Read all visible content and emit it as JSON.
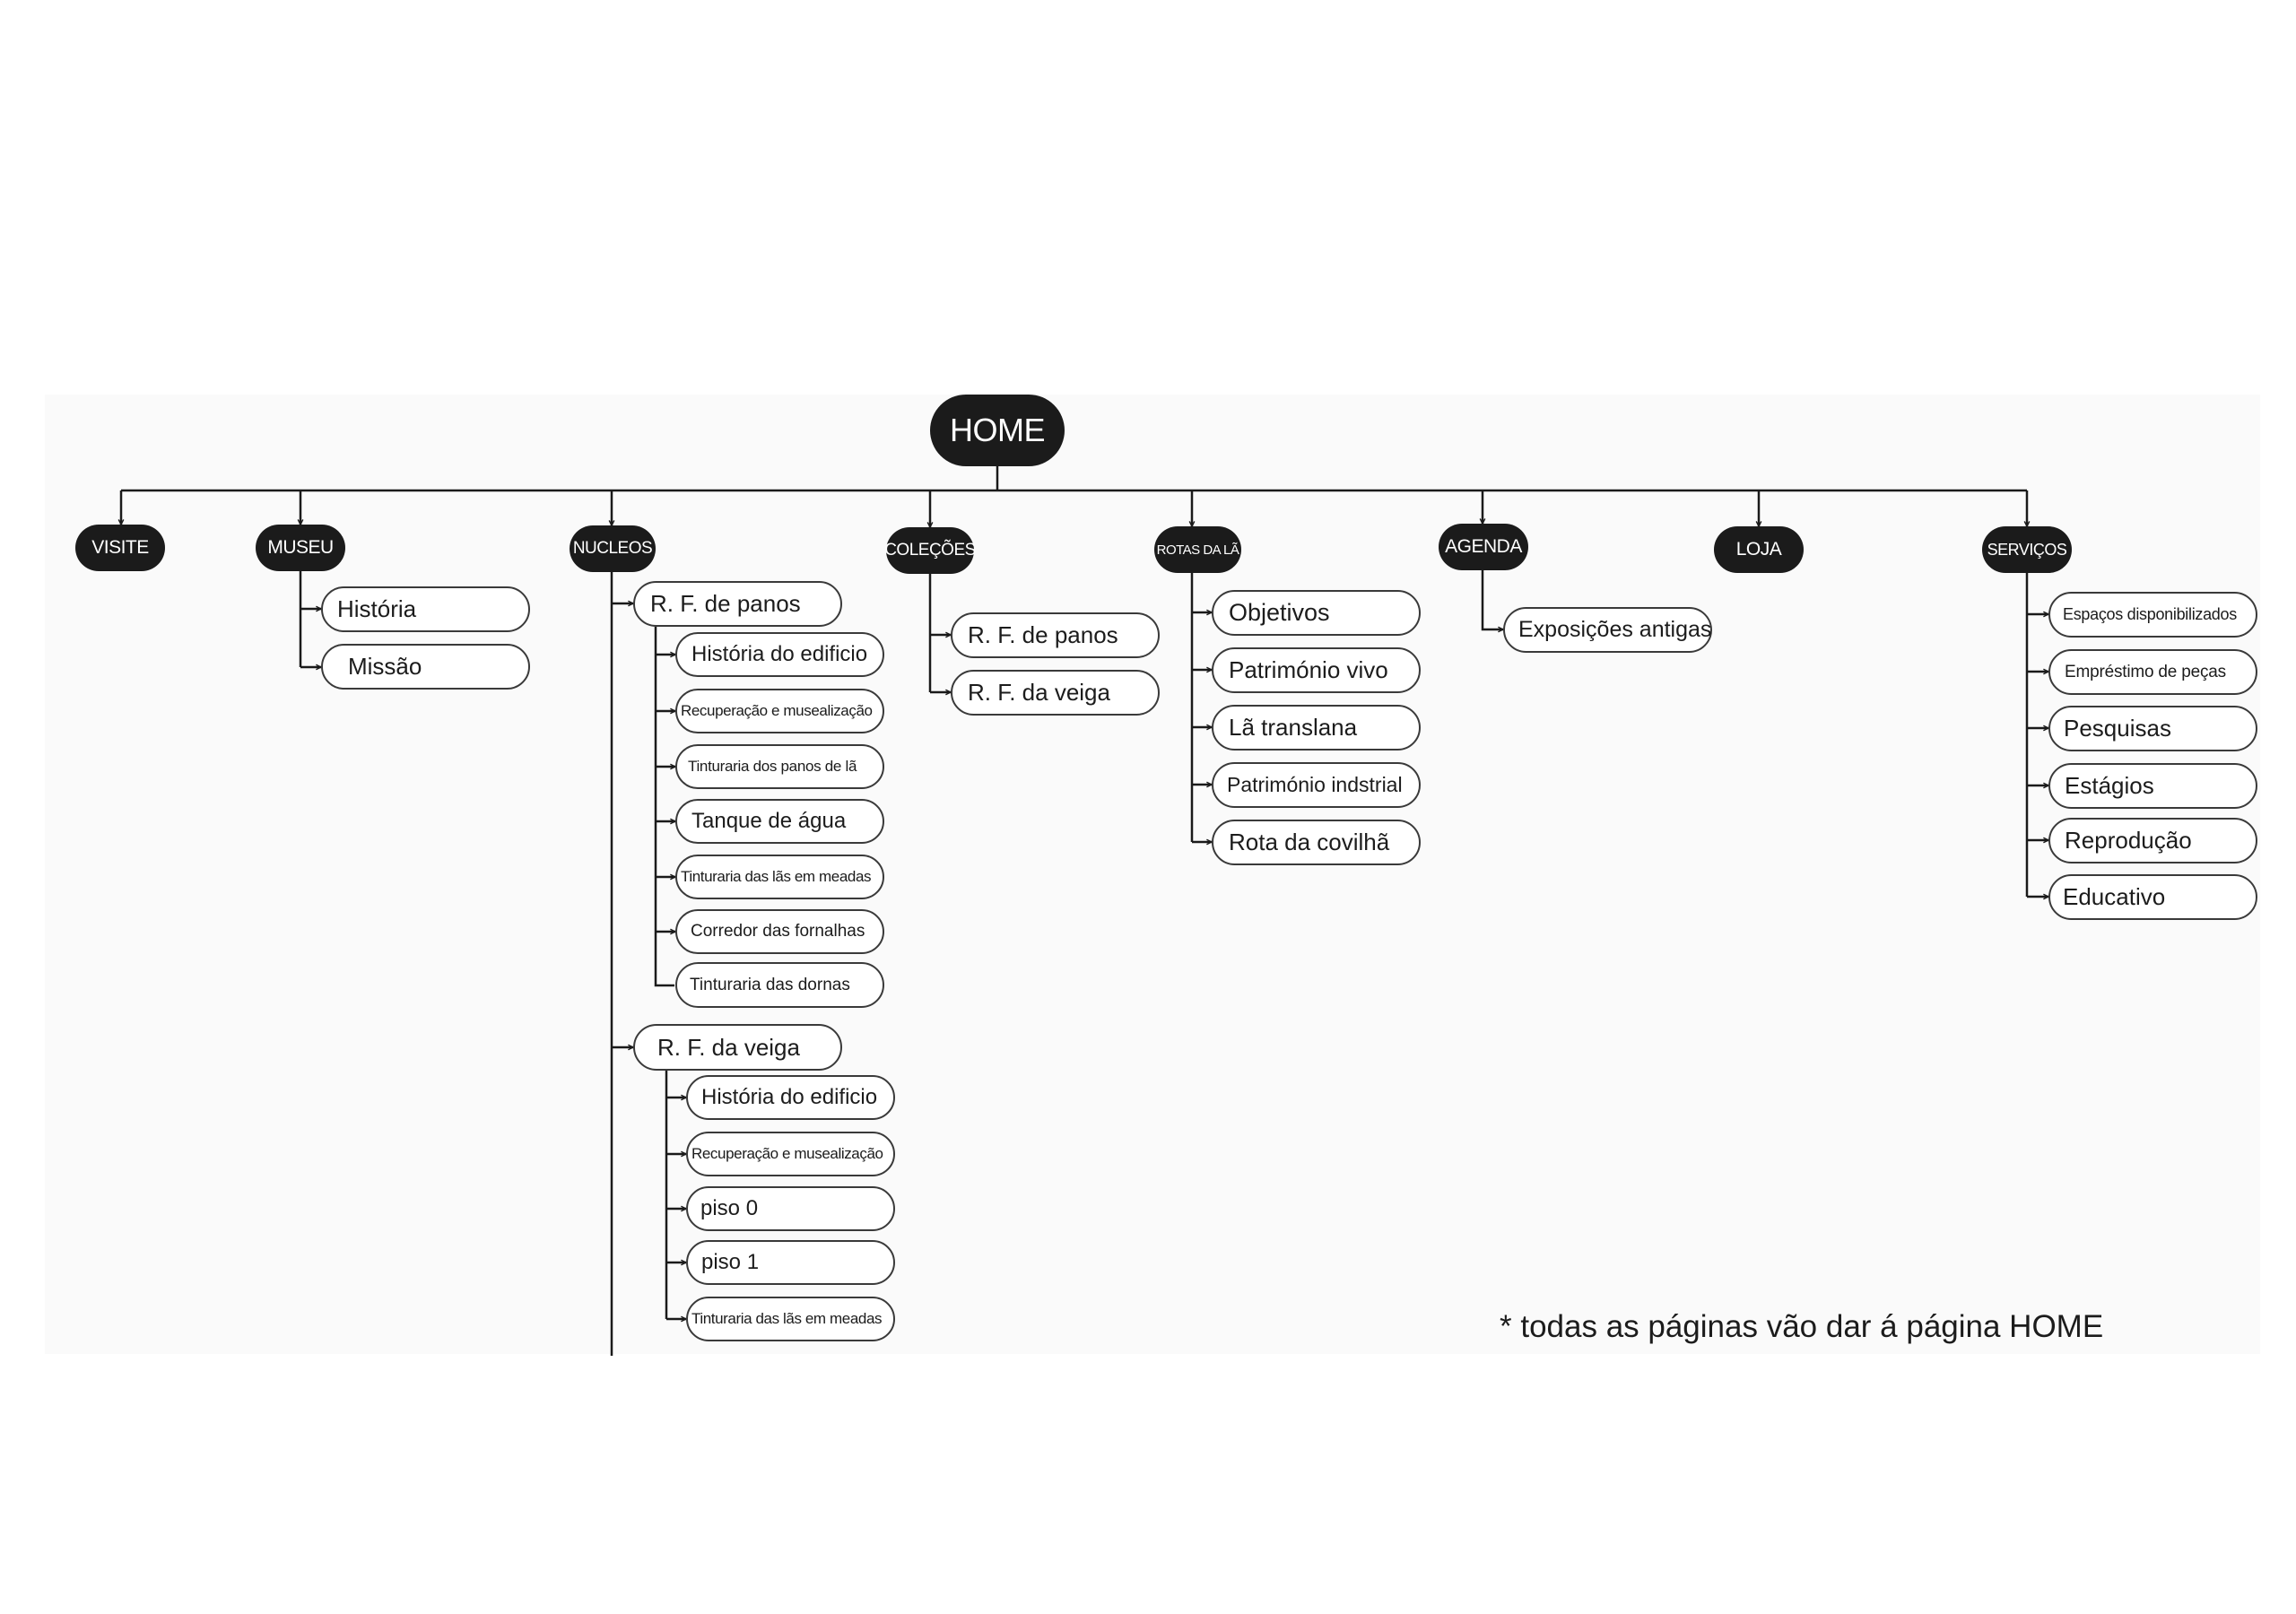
{
  "home": "HOME",
  "categories": {
    "visite": "VISITE",
    "museu": "MUSEU",
    "nucleos": "NUCLEOS",
    "colecoes": "COLEÇÕES",
    "rotas": "ROTAS DA LÃ",
    "agenda": "AGENDA",
    "loja": "LOJA",
    "servicos": "SERVIÇOS"
  },
  "museu_items": [
    "História",
    "Missão"
  ],
  "nucleos": {
    "rf_panos": {
      "label": "R. F. de panos",
      "items": [
        "História do edificio",
        "Recuperação e musealização",
        "Tinturaria dos panos de lã",
        "Tanque de água",
        "Tinturaria das lãs em meadas",
        "Corredor das fornalhas",
        "Tinturaria das dornas"
      ]
    },
    "rf_veiga": {
      "label": "R. F. da veiga",
      "items": [
        "História do edificio",
        "Recuperação e musealização",
        "piso 0",
        "piso 1",
        "Tinturaria das lãs em meadas"
      ]
    }
  },
  "colecoes_items": [
    "R. F. de panos",
    "R. F. da veiga"
  ],
  "rotas_items": [
    "Objetivos",
    "Património vivo",
    "Lã translana",
    "Património indstrial",
    "Rota da covilhã"
  ],
  "agenda_items": [
    "Exposições antigas"
  ],
  "servicos_items": [
    "Espaços disponibilizados",
    "Empréstimo de peças",
    "Pesquisas",
    "Estágios",
    "Reprodução",
    "Educativo"
  ],
  "footnote": "* todas as páginas vão dar á página HOME"
}
